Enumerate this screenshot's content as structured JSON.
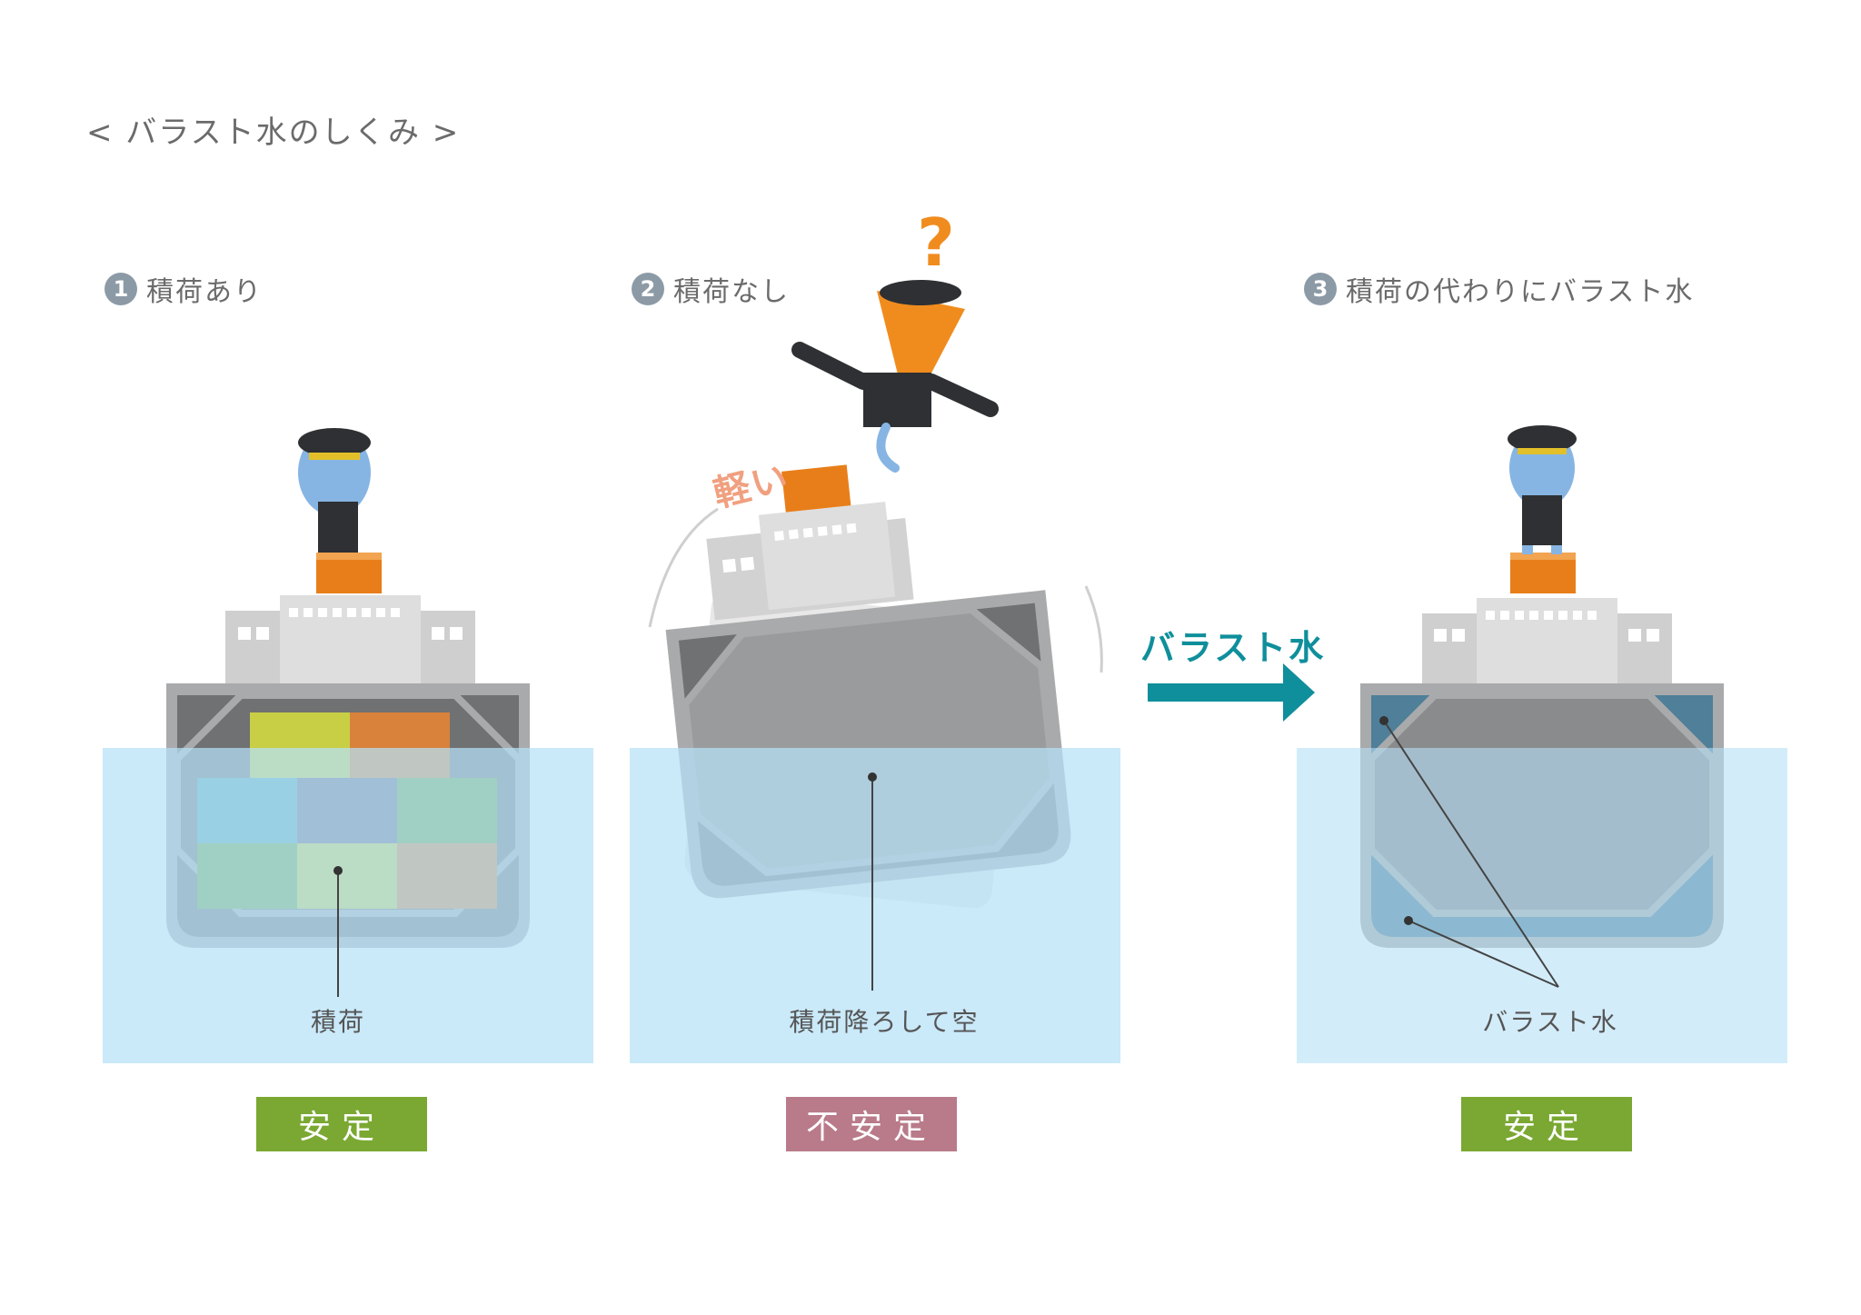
{
  "title": "< バラスト水のしくみ >",
  "steps": [
    {
      "num": "1",
      "label": "積荷あり",
      "caption": "積荷",
      "status": "安定"
    },
    {
      "num": "2",
      "label": "積荷なし",
      "caption": "積荷降ろして空",
      "status": "不安定"
    },
    {
      "num": "3",
      "label": "積荷の代わりにバラスト水",
      "caption": "バラスト水",
      "status": "安定"
    }
  ],
  "light_label": "軽い",
  "question_mark": "?",
  "arrow_label": "バラスト水",
  "colors": {
    "water": "#b5e0f7",
    "hull": "#a9aaab",
    "hull_inner": "#777878",
    "ballast": "#5f8fa6",
    "stable": "#7aa832",
    "unstable": "#b97a8a",
    "arrow": "#0f8f9b"
  }
}
